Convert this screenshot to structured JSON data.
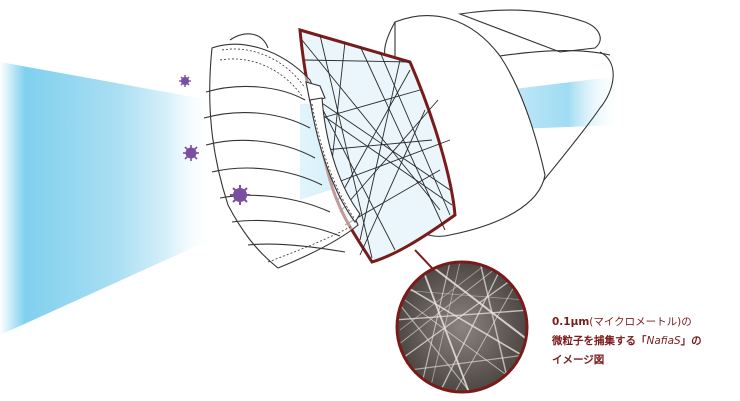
{
  "caption": {
    "line1_bold": "0.1µm",
    "line1_rest": "(マイクロメートル)の",
    "line2_pre": "微粒子を捕集する「",
    "line2_brand": "NafiaS",
    "line2_post": "」の",
    "line3": "イメージ図"
  },
  "icons": [
    "virus-particle-icon",
    "mask-layer-outer",
    "mask-layer-filter",
    "mask-layer-inner",
    "fiber-magnifier"
  ],
  "colors": {
    "accent": "#7a1b1b",
    "beam": "#6cc9ea",
    "virus": "#7a4fa0",
    "line": "#333333"
  }
}
